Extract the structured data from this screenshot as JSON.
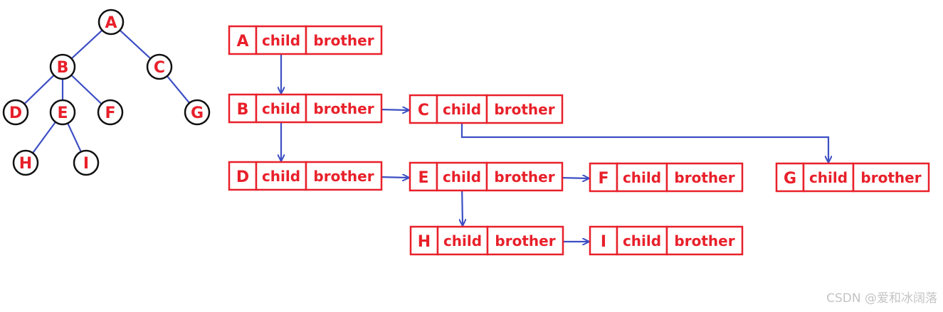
{
  "colors": {
    "text": "#e8202a",
    "node_border": "#111111",
    "edge": "#3c4fc4",
    "box_border": "#e8202a"
  },
  "tree": {
    "nodes": [
      "A",
      "B",
      "C",
      "D",
      "E",
      "F",
      "G",
      "H",
      "I"
    ],
    "edges": [
      [
        "A",
        "B"
      ],
      [
        "A",
        "C"
      ],
      [
        "B",
        "D"
      ],
      [
        "B",
        "E"
      ],
      [
        "B",
        "F"
      ],
      [
        "C",
        "G"
      ],
      [
        "E",
        "H"
      ],
      [
        "E",
        "I"
      ]
    ]
  },
  "records": {
    "field_child": "child",
    "field_brother": "brother",
    "nodes": [
      "A",
      "B",
      "C",
      "D",
      "E",
      "F",
      "G",
      "H",
      "I"
    ]
  },
  "links": {
    "child": [
      [
        "A",
        "B"
      ],
      [
        "B",
        "D"
      ],
      [
        "C",
        "G"
      ],
      [
        "E",
        "H"
      ]
    ],
    "brother": [
      [
        "B",
        "C"
      ],
      [
        "D",
        "E"
      ],
      [
        "E",
        "F"
      ],
      [
        "H",
        "I"
      ]
    ]
  },
  "watermark": "CSDN @爱和冰阔落"
}
